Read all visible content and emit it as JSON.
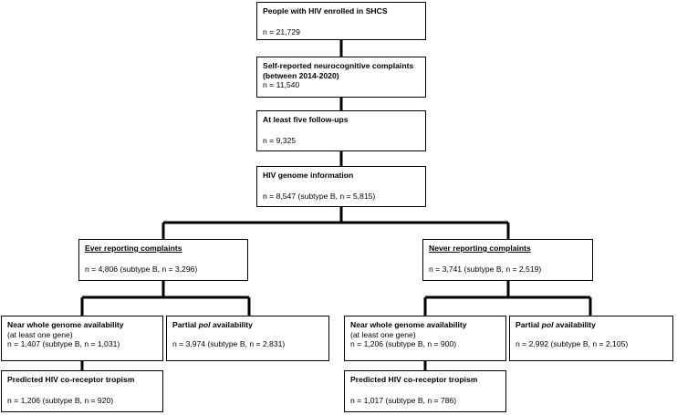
{
  "boxes": {
    "enrolled": {
      "title": "People with HIV enrolled in SHCS",
      "n": "n = 21,729"
    },
    "self_reported": {
      "title": "Self-reported neurocognitive complaints (between 2014-2020)",
      "n": "n = 11,540"
    },
    "followups": {
      "title": "At least five follow-ups",
      "n": "n = 9,325"
    },
    "genome": {
      "title": "HIV genome information",
      "n": "n = 8,547 (subtype B, n = 5,815)"
    },
    "ever": {
      "title": "Ever reporting complaints",
      "n": "n = 4,806 (subtype B, n = 3,296)"
    },
    "never": {
      "title": "Never reporting complaints",
      "n": "n = 3,741 (subtype B, n = 2,519)"
    },
    "ever_nwg": {
      "title": "Near whole genome availability",
      "sub": "(at least one gene)",
      "n": "n = 1,407 (subtype B, n = 1,031)"
    },
    "ever_pol": {
      "title_pre": "Partial ",
      "title_em": "pol",
      "title_post": " availability",
      "n": "n = 3,974 (subtype B, n = 2,831)"
    },
    "never_nwg": {
      "title": "Near whole genome availability",
      "sub": "(at least one gene)",
      "n": "n = 1,206 (subtype B, n = 900)"
    },
    "never_pol": {
      "title_pre": "Partial ",
      "title_em": "pol",
      "title_post": " availability",
      "n": "n = 2,992 (subtype B, n = 2,105)"
    },
    "ever_tropism": {
      "title": "Predicted HIV co-receptor tropism",
      "n": "n = 1,206 (subtype B, n = 920)"
    },
    "never_tropism": {
      "title": "Predicted HIV co-receptor tropism",
      "n": "n = 1,017 (subtype B, n = 786)"
    }
  }
}
